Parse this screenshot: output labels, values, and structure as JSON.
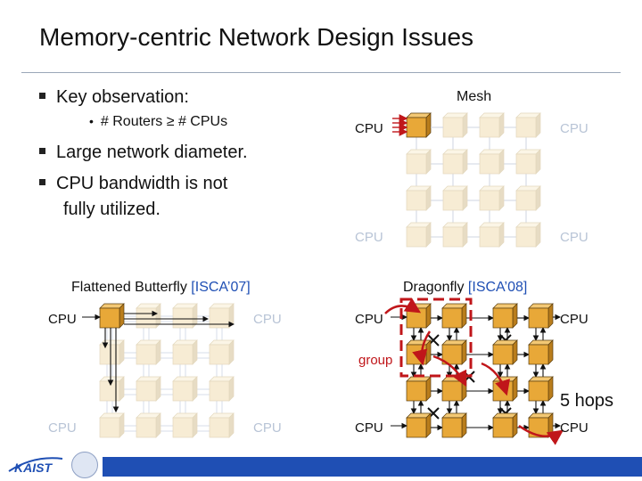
{
  "title": "Memory-centric Network Design Issues",
  "bullets": {
    "b1": "Key observation:",
    "b1_sub": "# Routers ≥ # CPUs",
    "b2": "Large network diameter.",
    "b3_line1": "CPU bandwidth is not",
    "b3_line2": "fully utilized."
  },
  "mesh": {
    "label": "Mesh",
    "cpu_tl": "CPU",
    "cpu_tr": "CPU",
    "cpu_bl": "CPU",
    "cpu_br": "CPU"
  },
  "fbfly": {
    "label": "Flattened Butterfly ",
    "cite": "[ISCA’07]",
    "cpu_tl": "CPU",
    "cpu_tr": "CPU",
    "cpu_bl": "CPU",
    "cpu_br": "CPU"
  },
  "dragonfly": {
    "label": "Dragonfly ",
    "cite": "[ISCA’08]",
    "cpu_tl": "CPU",
    "cpu_tr": "CPU",
    "cpu_bl": "CPU",
    "cpu_br": "CPU",
    "group_label": "group",
    "hops_label": "5 hops"
  },
  "colors": {
    "accent": "#1f4fb4",
    "router_active": "#e8a838",
    "router_dim": "#f7ecd4",
    "highlight": "#c0161a"
  },
  "logo_text": "KAIST"
}
